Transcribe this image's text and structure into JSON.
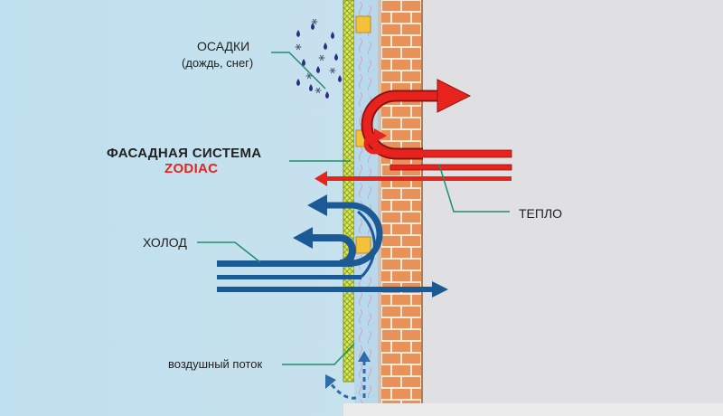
{
  "labels": {
    "precipitation": "ОСАДКИ",
    "precipitation_detail": "(дождь, снег)",
    "system_title": "ФАСАДНАЯ СИСТЕМА",
    "system_brand": "ZODIAC",
    "heat": "ТЕПЛО",
    "cold": "ХОЛОД",
    "airflow": "воздушный поток"
  },
  "colors": {
    "sky": "#bfe0ee",
    "wall_interior": "#e0dfe1",
    "brick": "#e8925a",
    "mortar": "#fbe8d6",
    "insulation": "#b9d8ec",
    "mesh": "#d9e84a",
    "heat_arrow": "#e8231e",
    "cold_arrow": "#1c5a96",
    "airflow_arrow": "#2d6bab",
    "precipitation": "#2a2f86",
    "brand": "#e8231e",
    "leader": "#1f8f6e"
  },
  "icons": {
    "rain": "raindrop-icon",
    "snow": "snowflake-icon",
    "bracket": "bracket-icon"
  }
}
